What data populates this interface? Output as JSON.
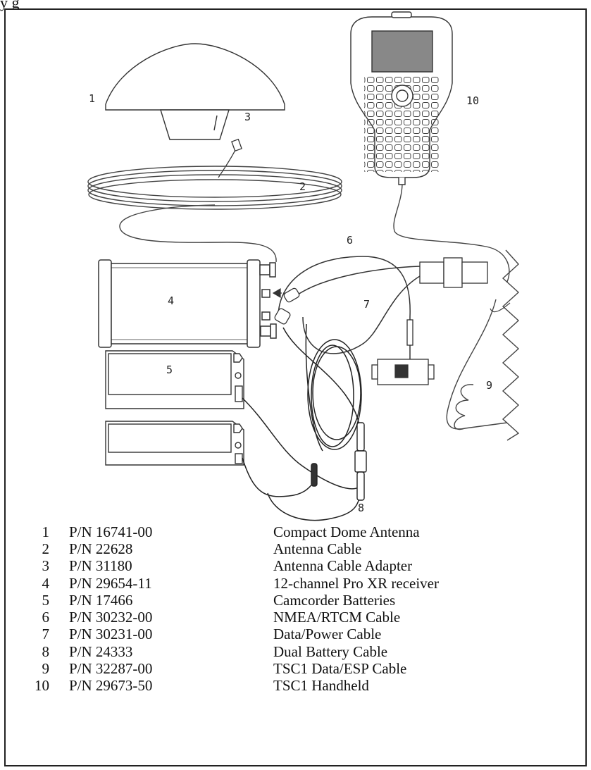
{
  "page": {
    "caption_fragment": "y                              g"
  },
  "callouts": {
    "c1": "1",
    "c2": "2",
    "c3": "3",
    "c4": "4",
    "c5": "5",
    "c6": "6",
    "c7": "7",
    "c8": "8",
    "c9": "9",
    "c10": "10"
  },
  "legend": {
    "items": [
      {
        "num": "1",
        "pn": "P/N 16741-00",
        "desc": "Compact Dome Antenna"
      },
      {
        "num": "2",
        "pn": "P/N 22628",
        "desc": "Antenna Cable"
      },
      {
        "num": "3",
        "pn": "P/N 31180",
        "desc": "Antenna Cable Adapter"
      },
      {
        "num": "4",
        "pn": "P/N 29654-11",
        "desc": "12-channel Pro XR receiver"
      },
      {
        "num": "5",
        "pn": "P/N 17466",
        "desc": "Camcorder Batteries"
      },
      {
        "num": "6",
        "pn": "P/N 30232-00",
        "desc": "NMEA/RTCM Cable"
      },
      {
        "num": "7",
        "pn": "P/N 30231-00",
        "desc": "Data/Power Cable"
      },
      {
        "num": "8",
        "pn": "P/N 24333",
        "desc": "Dual Battery Cable"
      },
      {
        "num": "9",
        "pn": "P/N 32287-00",
        "desc": "TSC1 Data/ESP Cable"
      },
      {
        "num": "10",
        "pn": "P/N 29673-50",
        "desc": "TSC1 Handheld"
      }
    ]
  }
}
